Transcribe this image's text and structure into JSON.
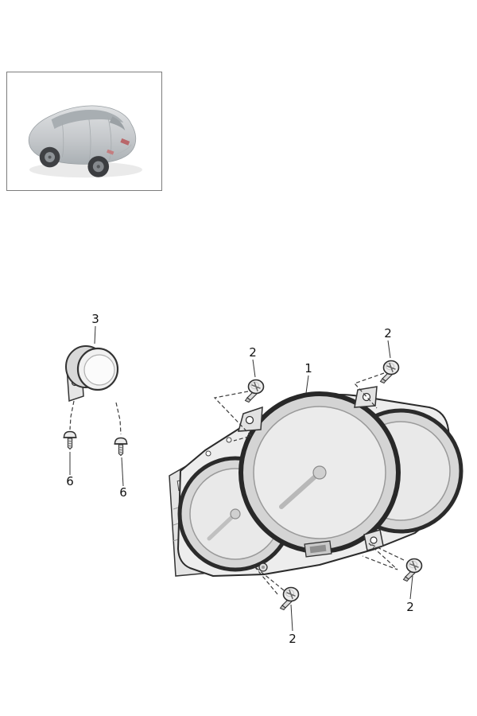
{
  "diagram": {
    "callouts": {
      "c1": "1",
      "c2": "2",
      "c3": "3",
      "c6": "6"
    },
    "colors": {
      "outline": "#2e2e2e",
      "fill_light": "#ededed",
      "fill_mid": "#d7d7d7",
      "dash_line": "#3c3c3c",
      "background": "#ffffff",
      "car_body": "#c9ccce",
      "taillight": "#b9676a"
    }
  }
}
